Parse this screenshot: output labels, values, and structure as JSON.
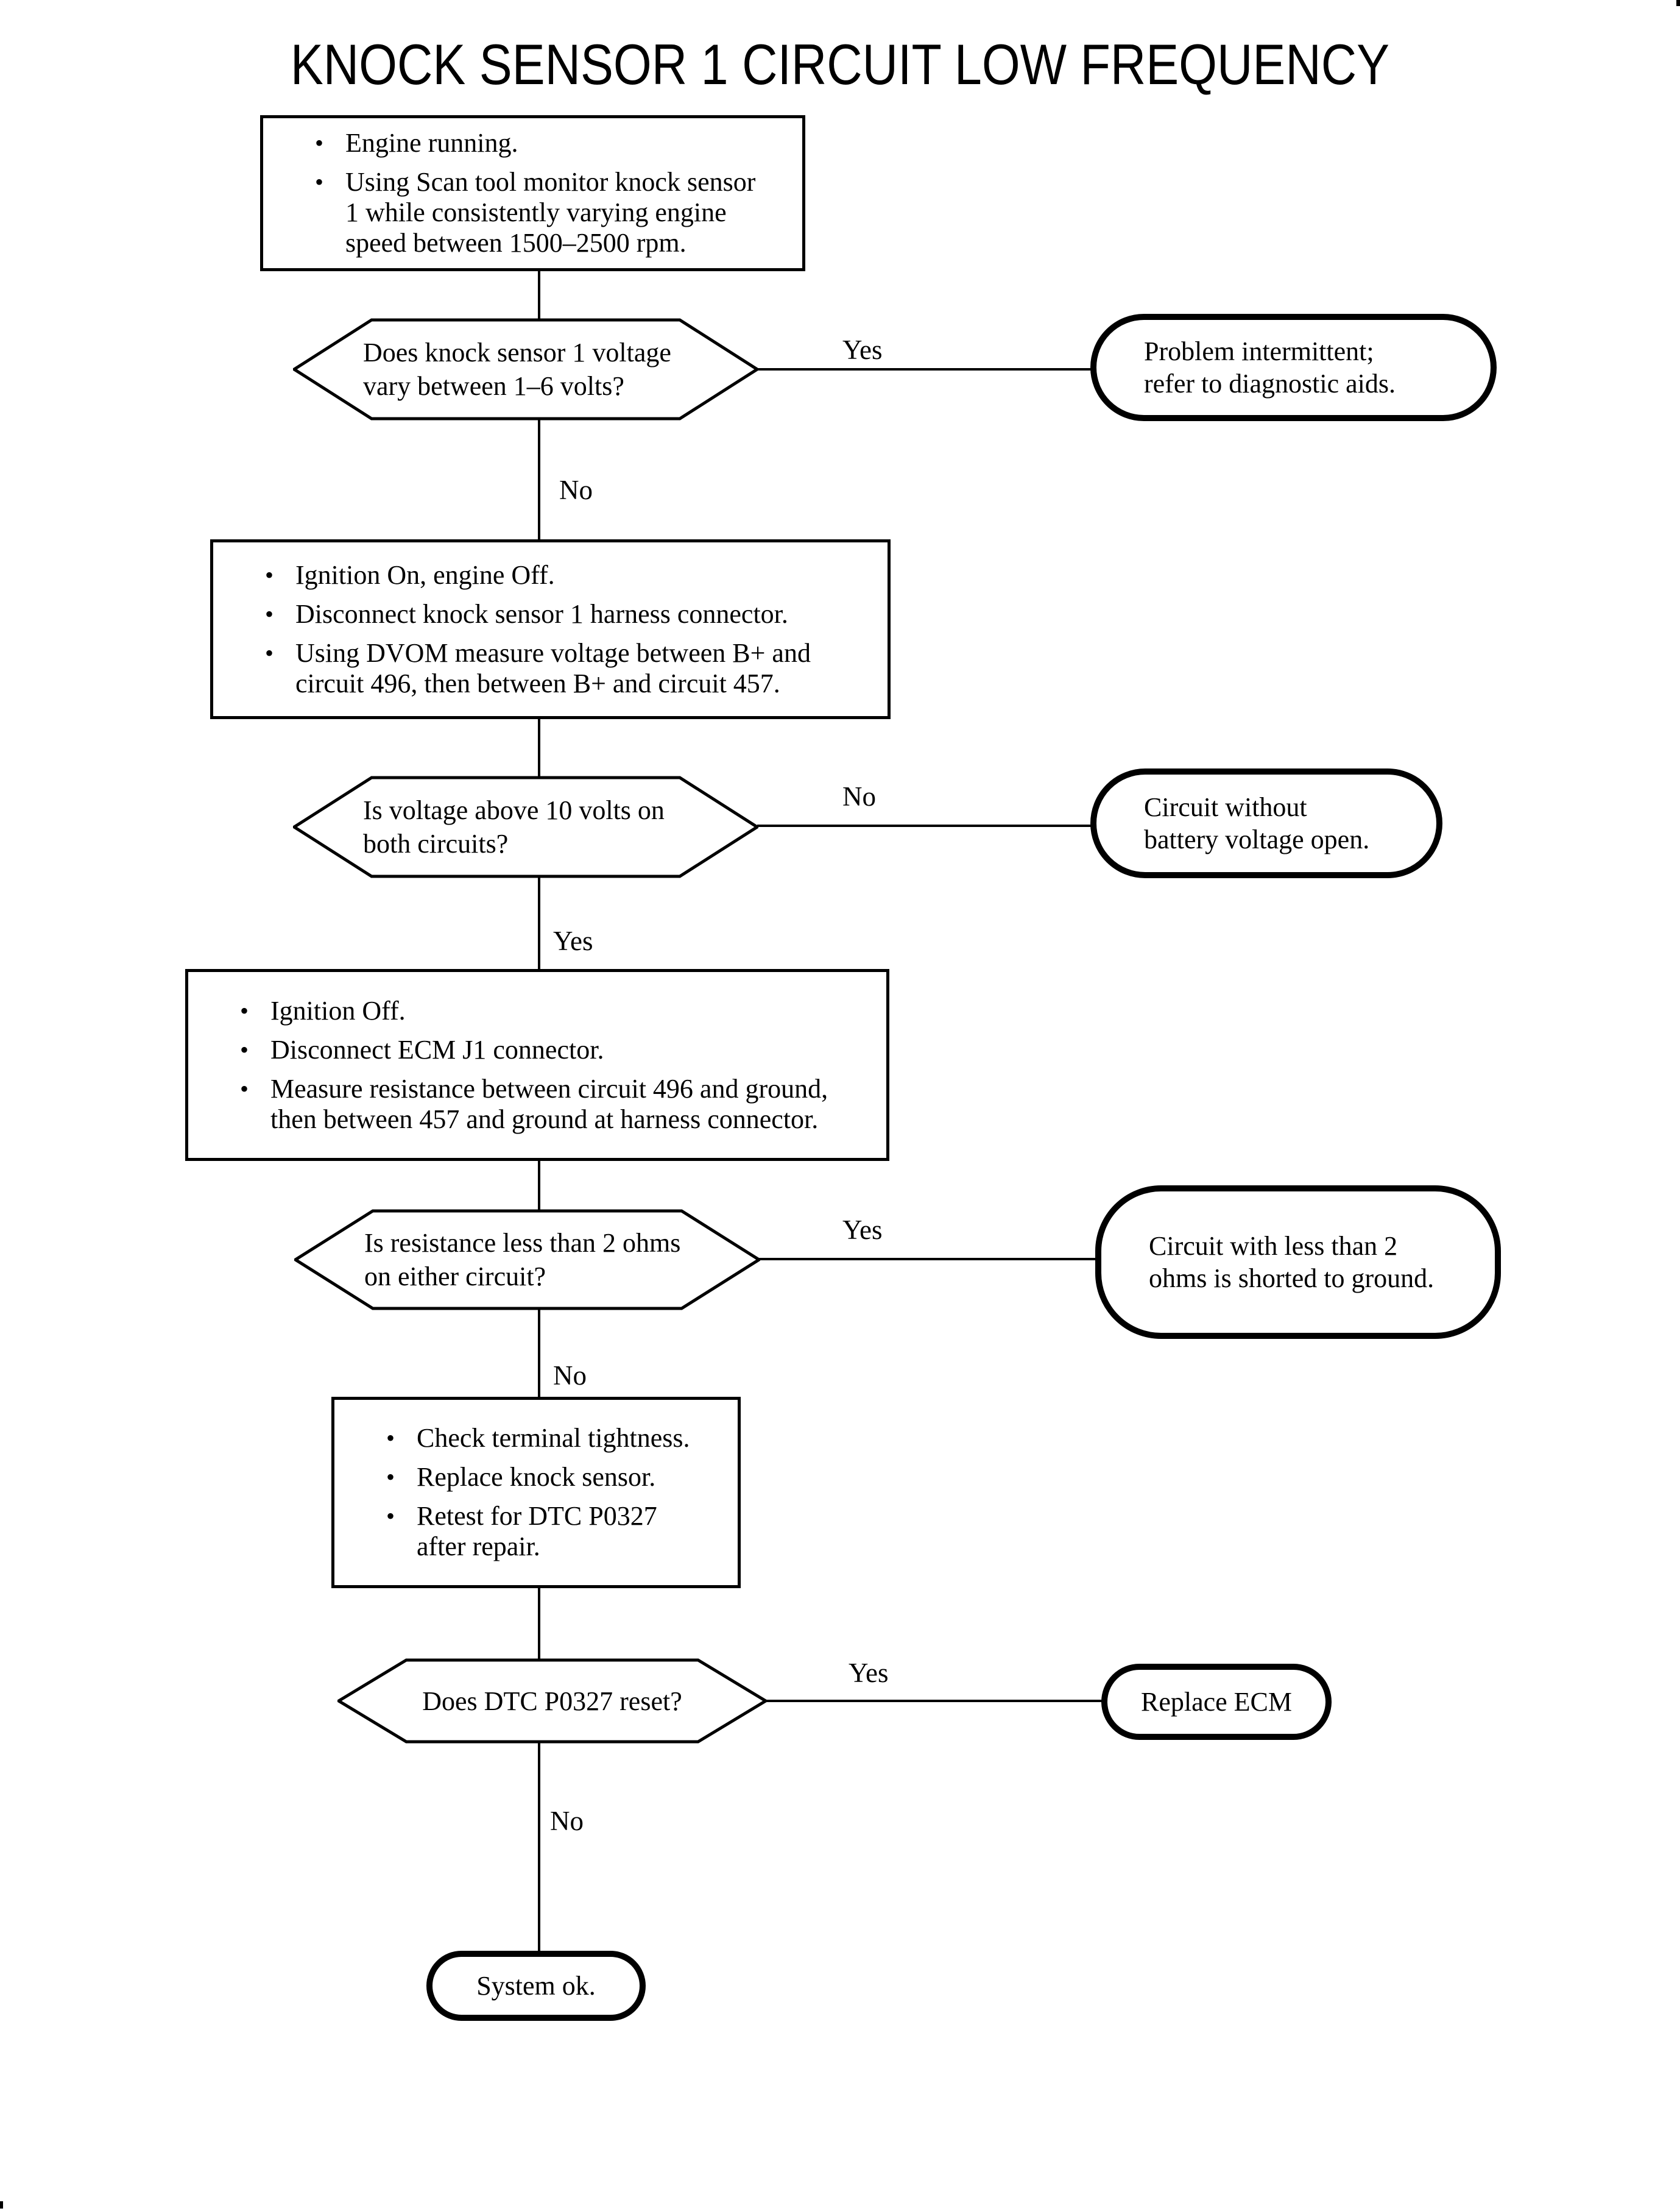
{
  "title": "KNOCK SENSOR 1 CIRCUIT LOW FREQUENCY",
  "labels": {
    "yes": "Yes",
    "no": "No"
  },
  "nodes": {
    "box1": {
      "items": [
        "Engine running.",
        "Using Scan tool monitor knock sensor\n1 while consistently varying engine\nspeed between 1500–2500 rpm."
      ]
    },
    "decision1": {
      "text": "Does knock sensor 1 voltage\nvary between 1–6 volts?"
    },
    "terminal1": {
      "text": "Problem intermittent;\nrefer to diagnostic aids."
    },
    "box2": {
      "items": [
        "Ignition On, engine Off.",
        "Disconnect knock sensor 1 harness connector.",
        "Using DVOM measure voltage between B+ and\ncircuit 496, then between B+ and circuit 457."
      ]
    },
    "decision2": {
      "text": "Is voltage above 10 volts on\nboth circuits?"
    },
    "terminal2": {
      "text": "Circuit without\nbattery voltage open."
    },
    "box3": {
      "items": [
        "Ignition Off.",
        "Disconnect ECM J1 connector.",
        "Measure resistance between circuit 496 and ground,\nthen between 457 and ground at harness connector."
      ]
    },
    "decision3": {
      "text": "Is resistance less than 2 ohms\non either circuit?"
    },
    "terminal3": {
      "text": "Circuit with less than 2\nohms is shorted to ground."
    },
    "box4": {
      "items": [
        "Check terminal tightness.",
        "Replace knock sensor.",
        "Retest for DTC P0327\nafter repair."
      ]
    },
    "decision4": {
      "text": "Does DTC P0327 reset?"
    },
    "terminal4": {
      "text": "Replace ECM"
    },
    "terminal5": {
      "text": "System ok."
    }
  }
}
